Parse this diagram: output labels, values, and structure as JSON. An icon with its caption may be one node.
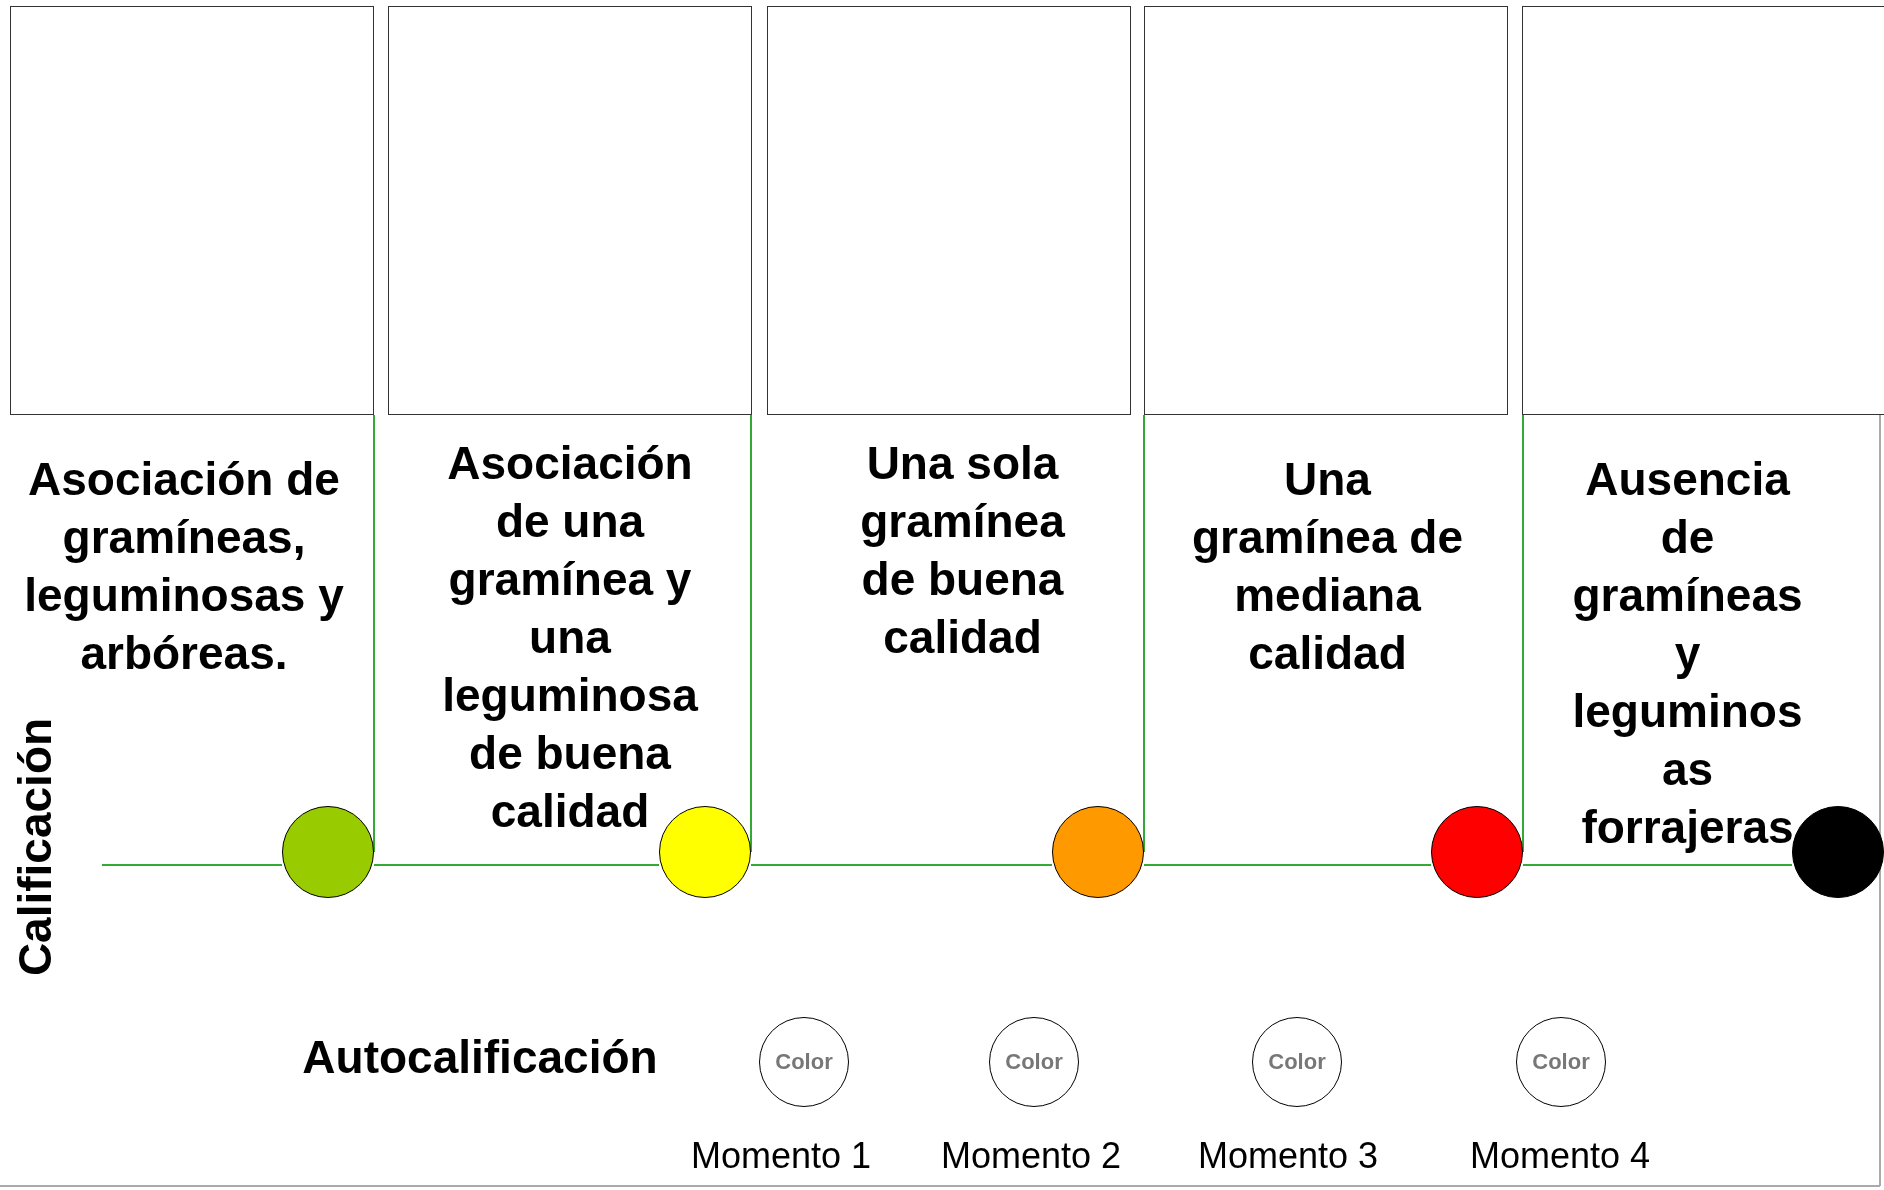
{
  "diagram": {
    "nodes": [
      {
        "text": [],
        "shape": "box"
      },
      {
        "text": [],
        "shape": "box"
      },
      {
        "text": [],
        "shape": "box"
      },
      {
        "text": [],
        "shape": "box"
      },
      {
        "text": [],
        "shape": "box"
      },
      {
        "text": [],
        "shape": "circle"
      },
      {
        "text": [],
        "shape": "circle"
      },
      {
        "text": [],
        "shape": "circle"
      },
      {
        "text": [],
        "shape": "circle"
      },
      {
        "text": [],
        "shape": "circle"
      },
      {
        "text": [
          "Color"
        ],
        "beside": [
          "Momento 1"
        ]
      },
      {
        "text": [
          "Color"
        ],
        "beside": [
          "Momento 2"
        ]
      },
      {
        "text": [
          "Color"
        ],
        "beside": [
          "Momento 3"
        ]
      },
      {
        "text": [
          "Color"
        ],
        "beside": [
          "Momento 4"
        ]
      }
    ],
    "edges": [
      {
        "from": null,
        "to": 5,
        "arrow": "none"
      },
      {
        "from": 5,
        "to": 6,
        "arrow": "none"
      },
      {
        "from": 6,
        "to": 7,
        "arrow": "none"
      },
      {
        "from": 7,
        "to": 8,
        "arrow": "none"
      },
      {
        "from": 8,
        "to": 9,
        "arrow": "none"
      },
      {
        "from": 0,
        "to": 5,
        "arrow": "none"
      },
      {
        "from": 1,
        "to": 6,
        "arrow": "none"
      },
      {
        "from": 3,
        "to": 7,
        "arrow": "none"
      },
      {
        "from": 4,
        "to": 8,
        "arrow": "none"
      }
    ],
    "labels": [
      "Asociación de gramíneas, leguminosas y arbóreas.",
      "Asociación de una gramínea y una leguminosa de buena calidad",
      "Una sola gramínea de buena calidad",
      "Una gramínea de mediana calidad",
      "Ausencia de gramíneas y leguminosas forrajeras",
      "Calificación",
      "Autocalificación"
    ]
  }
}
